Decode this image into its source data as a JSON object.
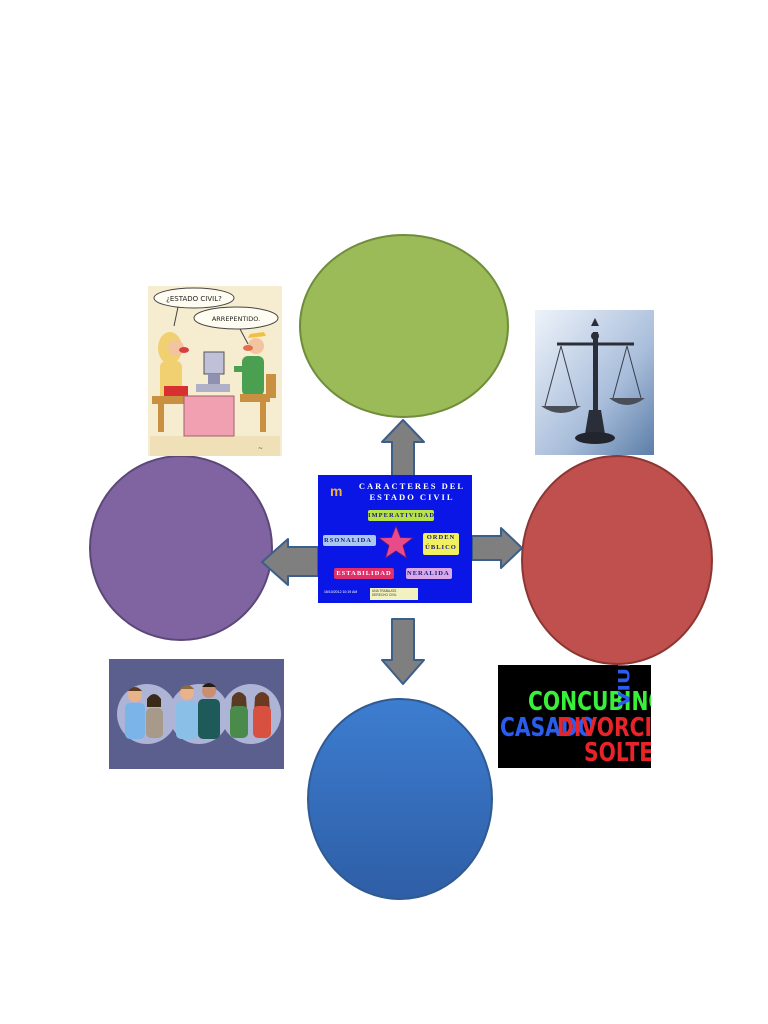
{
  "center_slide": {
    "logo": "m",
    "title_line1": "CARACTERES DEL",
    "title_line2": "ESTADO CIVIL",
    "item_1": "IMPERATIVIDAD",
    "item_2": "RSONALIDA",
    "item_3_line1": "ORDEN",
    "item_3_line2": "ÚBLICO",
    "item_4": "ESTABILIDAD",
    "item_5": "NERALIDA",
    "date": "16/10/2012 10:19 AM",
    "footer_line1": "UNA      TRABAJOS",
    "footer_line2": "DERECHO          CIVIL"
  },
  "cartoon": {
    "bubble_1": "¿ESTADO CIVIL?",
    "bubble_2": "ARREPENTIDO."
  },
  "words_image": {
    "word_1": "CONCUBINO",
    "word_2": "VIUDO",
    "word_3": "CASADO",
    "word_4": "DIVORCIADO",
    "word_5": "SOLTERO"
  },
  "colors": {
    "circle_top": "#9bbb59",
    "circle_right": "#c0504d",
    "circle_left": "#8064a2",
    "circle_bottom": "#3a74c4",
    "arrow_fill": "#7f7f7f",
    "arrow_stroke": "#3b5f8a",
    "slide_background": "#0a16e6"
  }
}
